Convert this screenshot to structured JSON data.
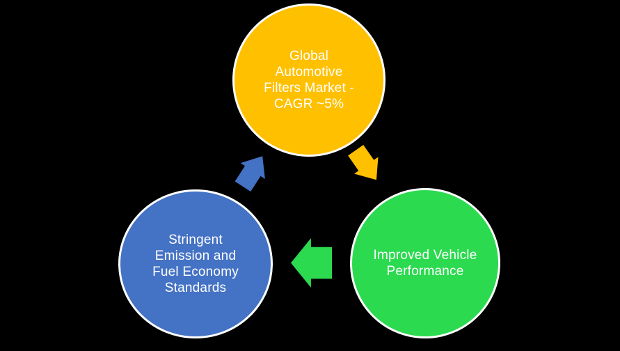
{
  "diagram": {
    "background_color": "#000000",
    "ring_color": "#ffffff",
    "text_color": "#ffffff",
    "nodes": [
      {
        "id": "market",
        "label": "Global\nAutomotive\nFilters Market -\nCAGR ~5%",
        "color": "#FFC000"
      },
      {
        "id": "standards",
        "label": "Stringent\nEmission and\nFuel Economy\nStandards",
        "color": "#4472C4"
      },
      {
        "id": "performance",
        "label": "Improved Vehicle\nPerformance",
        "color": "#2BDA4F"
      }
    ],
    "arrows": [
      {
        "id": "market-to-performance",
        "direction": "down-right",
        "color": "#FFC000"
      },
      {
        "id": "performance-to-standards",
        "direction": "left",
        "color": "#2BDA4F"
      },
      {
        "id": "standards-to-market",
        "direction": "up-right",
        "color": "#4472C4"
      }
    ]
  }
}
